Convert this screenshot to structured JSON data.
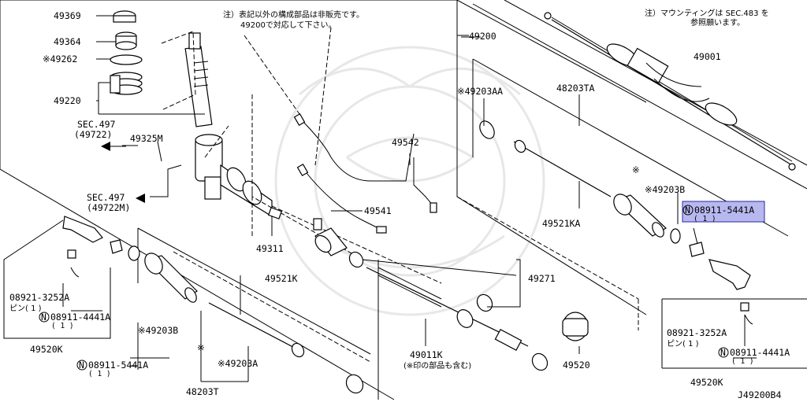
{
  "notes": {
    "main_line1": "注）表記以外の構成部品は非販売です。",
    "main_line2": "49200で対応して下さい。",
    "mount_line1": "注）マウンティングは SEC.483 を",
    "mount_line2": "参照願います。"
  },
  "labels": {
    "p49369": "49369",
    "p49364": "49364",
    "p49262": "※49262",
    "p49220": "49220",
    "sec497_a": "SEC.497",
    "sec497_a_sub": "(49722)",
    "p49325m": "49325M",
    "sec497_b": "SEC.497",
    "sec497_b_sub": "(49722M)",
    "p49200": "49200",
    "p49001": "49001",
    "p49203aa": "※49203AA",
    "p48203ta": "48203TA",
    "p49542": "49542",
    "p49541": "49541",
    "p49311": "49311",
    "p49521ka": "49521KA",
    "p49203b_r": "※49203B",
    "p08911_5441a_r": "08911-5441A",
    "p08911_5441a_r_qty": "( 1 )",
    "p49521k": "49521K",
    "p49271": "49271",
    "star_mark_r": "※",
    "star_mark_l": "※",
    "left_08921": "08921-3252A",
    "left_pin": "ピン( 1 )",
    "left_08911": "08911-4441A",
    "left_08911_qty": "( 1 )",
    "p49520k_l": "49520K",
    "p49203b_l": "※49203B",
    "p08911_5441a_l": "08911-5441A",
    "p08911_5441a_l_qty": "( 1 )",
    "p49203a": "※49203A",
    "p48203t": "48203T",
    "p49011k": "49011K",
    "p49011k_note": "(※印の部品も含む)",
    "p49520": "49520",
    "right_08921": "08921-3252A",
    "right_pin": "ピン( 1 )",
    "right_08911": "08911-4441A",
    "right_08911_qty": "( 1 )",
    "p49520k_r": "49520K",
    "diagram_code": "J49200B4",
    "n_mark": "N"
  },
  "highlight": {
    "part": "08911-5441A",
    "color": "#b8b8f0"
  }
}
